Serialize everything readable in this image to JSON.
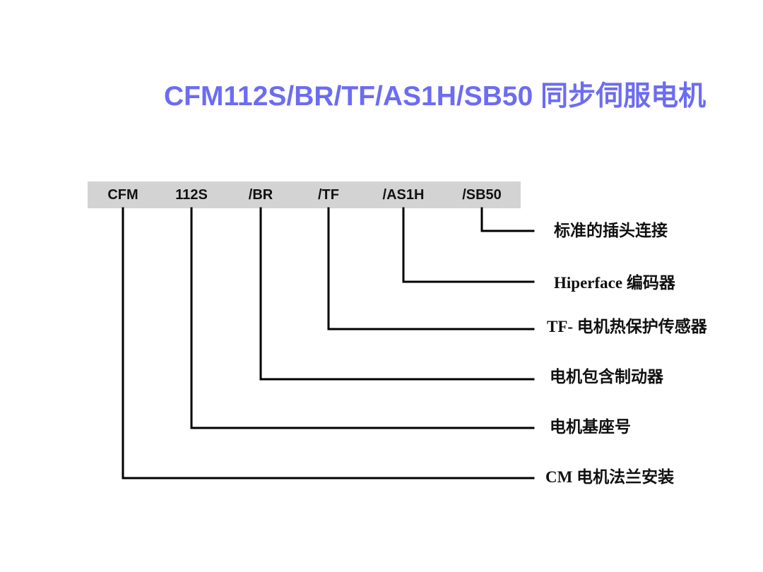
{
  "title": "CFM112S/BR/TF/AS1H/SB50 同步伺服电机",
  "code_segments": [
    "CFM",
    "112S",
    "/BR",
    "/TF",
    "/AS1H",
    "/SB50"
  ],
  "descriptions": [
    "标准的插头连接",
    "Hiperface 编码器",
    "TF- 电机热保护传感器",
    "电机包含制动器",
    "电机基座号",
    "CM 电机法兰安装"
  ],
  "colors": {
    "title": "#6c6cf2",
    "code_bar": "#d3d3d3",
    "lines": "#000000"
  }
}
